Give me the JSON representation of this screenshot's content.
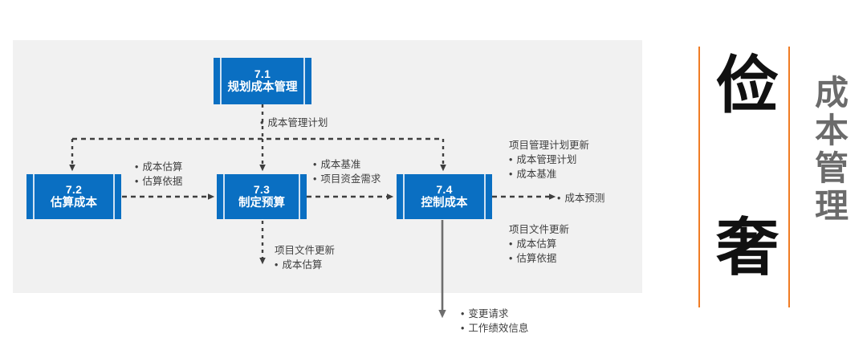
{
  "diagram": {
    "type": "flow",
    "title": "成本管理",
    "boxes": [
      {
        "id": "7.1",
        "num": "7.1",
        "name": "规划成本管理"
      },
      {
        "id": "7.2",
        "num": "7.2",
        "name": "估算成本"
      },
      {
        "id": "7.3",
        "num": "7.3",
        "name": "制定预算"
      },
      {
        "id": "7.4",
        "num": "7.4",
        "name": "控制成本"
      }
    ],
    "annotations": {
      "plan_output": {
        "items": [
          "成本管理计划"
        ]
      },
      "estimate_output": {
        "items": [
          "成本估算",
          "估算依据"
        ]
      },
      "budget_output": {
        "items": [
          "成本基准",
          "项目资金需求"
        ]
      },
      "budget_docs": {
        "header": "项目文件更新",
        "items": [
          "成本估算"
        ]
      },
      "control_plan_updates": {
        "header": "项目管理计划更新",
        "items": [
          "成本管理计划",
          "成本基准"
        ]
      },
      "control_forecast": {
        "items": [
          "成本预测"
        ]
      },
      "control_doc_updates": {
        "header": "项目文件更新",
        "items": [
          "成本估算",
          "估算依据"
        ]
      },
      "control_bottom": {
        "items": [
          "变更请求",
          "工作绩效信息"
        ]
      }
    },
    "colors": {
      "box_fill": "#0a6fc2",
      "box_edge_line": "#cfe2f3",
      "panel_bg": "#f1f1f1",
      "wire": "#3f3f3f",
      "solid_wire": "#6e6e6e",
      "accent_rule": "#f07c24",
      "side_title": "#6b6b6b"
    }
  },
  "side_panel": {
    "char_top": "俭",
    "char_bottom": "奢",
    "title_chars": [
      "成",
      "本",
      "管",
      "理"
    ]
  }
}
